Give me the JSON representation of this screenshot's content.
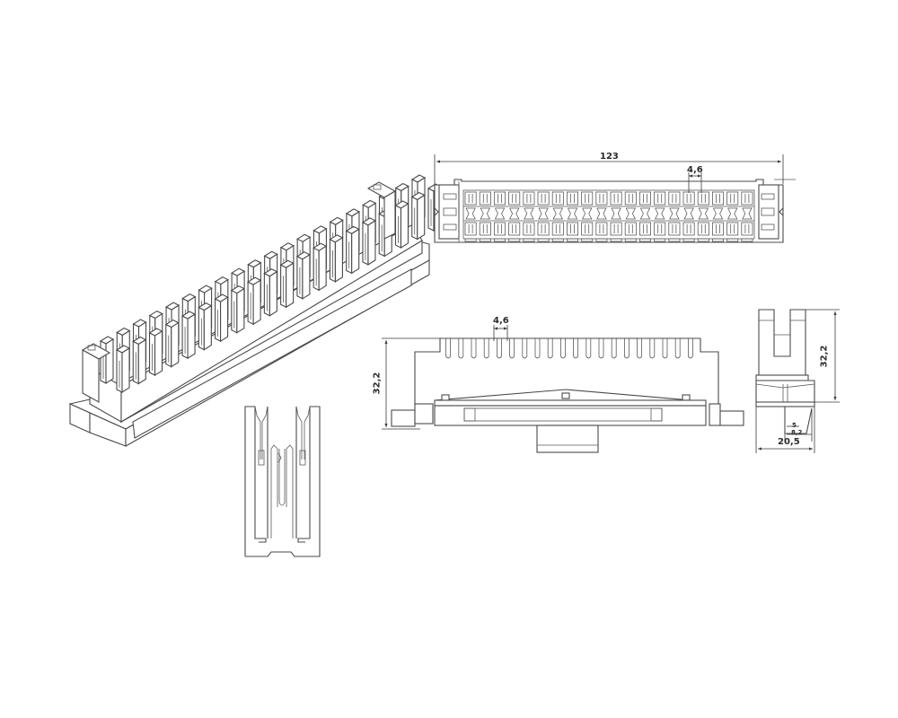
{
  "drawing": {
    "subject": "connector block technical drawing",
    "line_color": "#4a4a4a",
    "background": "#ffffff",
    "views": [
      {
        "name": "isometric-view",
        "pairs": 20
      },
      {
        "name": "top-view",
        "pairs": 20
      },
      {
        "name": "front-view",
        "contacts": 20
      },
      {
        "name": "side-view"
      },
      {
        "name": "contact-detail-view"
      }
    ],
    "dimensions": {
      "top_length": "123",
      "top_pitch": "4,6",
      "front_pitch": "4,6",
      "front_height": "32,2",
      "side_height": "32,2",
      "side_width": "20,5",
      "side_small_a": "5",
      "side_small_b": "8,2"
    }
  }
}
